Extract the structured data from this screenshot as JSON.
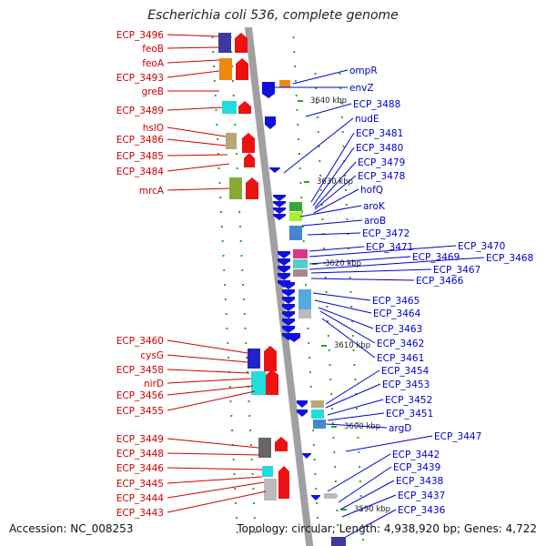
{
  "title": "Escherichia coli 536, complete genome",
  "footer": {
    "accession": "Accession: NC_008253",
    "summary": "Topology: circular; Length: 4,938,920 bp; Genes: 4,722"
  },
  "colors": {
    "forward_label": "#cc0000",
    "reverse_label": "#0000cc",
    "backbone": "#a0a0a0",
    "tick": "#22aa22"
  },
  "kbp_marks": [
    "3640 kbp",
    "3630 kbp",
    "3620 kbp",
    "3610 kbp",
    "3600 kbp",
    "3590 kbp"
  ],
  "left_labels": [
    "ECP_3496",
    "feoB",
    "feoA",
    "ECP_3493",
    "greB",
    "ECP_3489",
    "hslO",
    "ECP_3486",
    "ECP_3485",
    "ECP_3484",
    "mrcA",
    "ECP_3460",
    "cysG",
    "ECP_3458",
    "nirD",
    "ECP_3456",
    "ECP_3455",
    "ECP_3449",
    "ECP_3448",
    "ECP_3446",
    "ECP_3445",
    "ECP_3444",
    "ECP_3443"
  ],
  "right_labels": [
    "ompR",
    "envZ",
    "ECP_3488",
    "nudE",
    "ECP_3481",
    "ECP_3480",
    "ECP_3479",
    "ECP_3478",
    "hofQ",
    "aroK",
    "aroB",
    "ECP_3472",
    "ECP_3471",
    "ECP_3470",
    "ECP_3469",
    "ECP_3468",
    "ECP_3467",
    "ECP_3466",
    "ECP_3465",
    "ECP_3464",
    "ECP_3463",
    "ECP_3462",
    "ECP_3461",
    "ECP_3454",
    "ECP_3453",
    "ECP_3452",
    "ECP_3451",
    "argD",
    "ECP_3447",
    "ECP_3442",
    "ECP_3439",
    "ECP_3438",
    "ECP_3437",
    "ECP_3436"
  ]
}
